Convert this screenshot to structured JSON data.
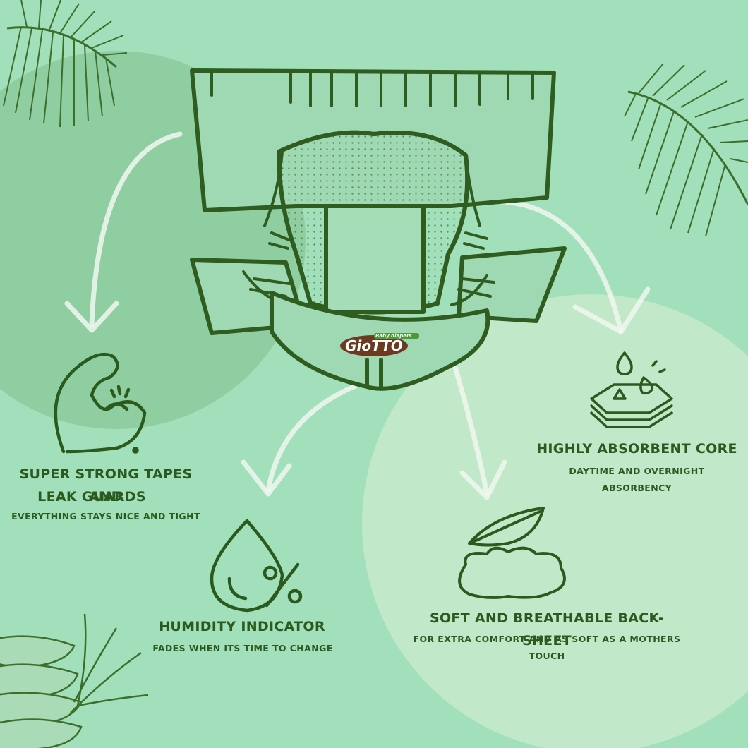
{
  "brand": {
    "logo_text": "GioTTO",
    "logo_tag": "Baby diapers"
  },
  "features": {
    "tapes": {
      "title_line1": "SUPER STRONG TAPES AND",
      "title_line2": "LEAK GUARDS",
      "subtitle": "EVERYTHING STAYS NICE AND TIGHT",
      "icon": "flexed-arm-icon"
    },
    "humidity": {
      "title": "HUMIDITY INDICATOR",
      "subtitle": "FADES WHEN ITS TIME TO CHANGE",
      "icon": "water-drop-percent-icon"
    },
    "backsheet": {
      "title": "SOFT AND BREATHABLE BACK-SHEET",
      "subtitle_line1": "FOR EXTRA COMFORT AND AS SOFT AS A MOTHERS",
      "subtitle_line2": "TOUCH",
      "icon": "feather-cloud-icon"
    },
    "core": {
      "title": "HIGHLY ABSORBENT CORE",
      "subtitle_line1": "DAYTIME AND OVERNIGHT",
      "subtitle_line2": "ABSORBENCY",
      "icon": "absorbent-layers-drops-icon"
    }
  },
  "colors": {
    "background": "#a2dfbb",
    "circle_dark": "#8fcea0",
    "circle_light": "#c0e8c9",
    "ink": "#2a5a1d",
    "diaper_line": "#2f5d1f",
    "arrow": "#f0f7ee"
  }
}
